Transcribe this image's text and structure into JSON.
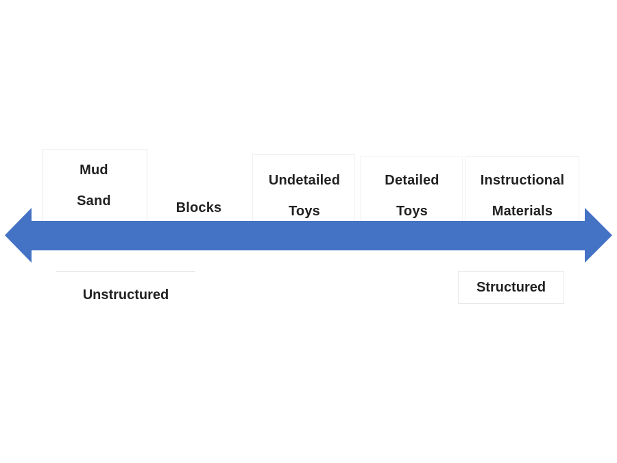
{
  "continuum": {
    "items": [
      {
        "line1": "Mud",
        "line2": "Sand"
      },
      {
        "line1": "Blocks",
        "line2": ""
      },
      {
        "line1": "Undetailed",
        "line2": "Toys"
      },
      {
        "line1": "Detailed",
        "line2": "Toys"
      },
      {
        "line1": "Instructional",
        "line2": "Materials"
      }
    ],
    "pole_left": "Unstructured",
    "pole_right": "Structured",
    "arrow_color": "#4472C4",
    "text_color": "#212121",
    "background_color": "#ffffff"
  }
}
